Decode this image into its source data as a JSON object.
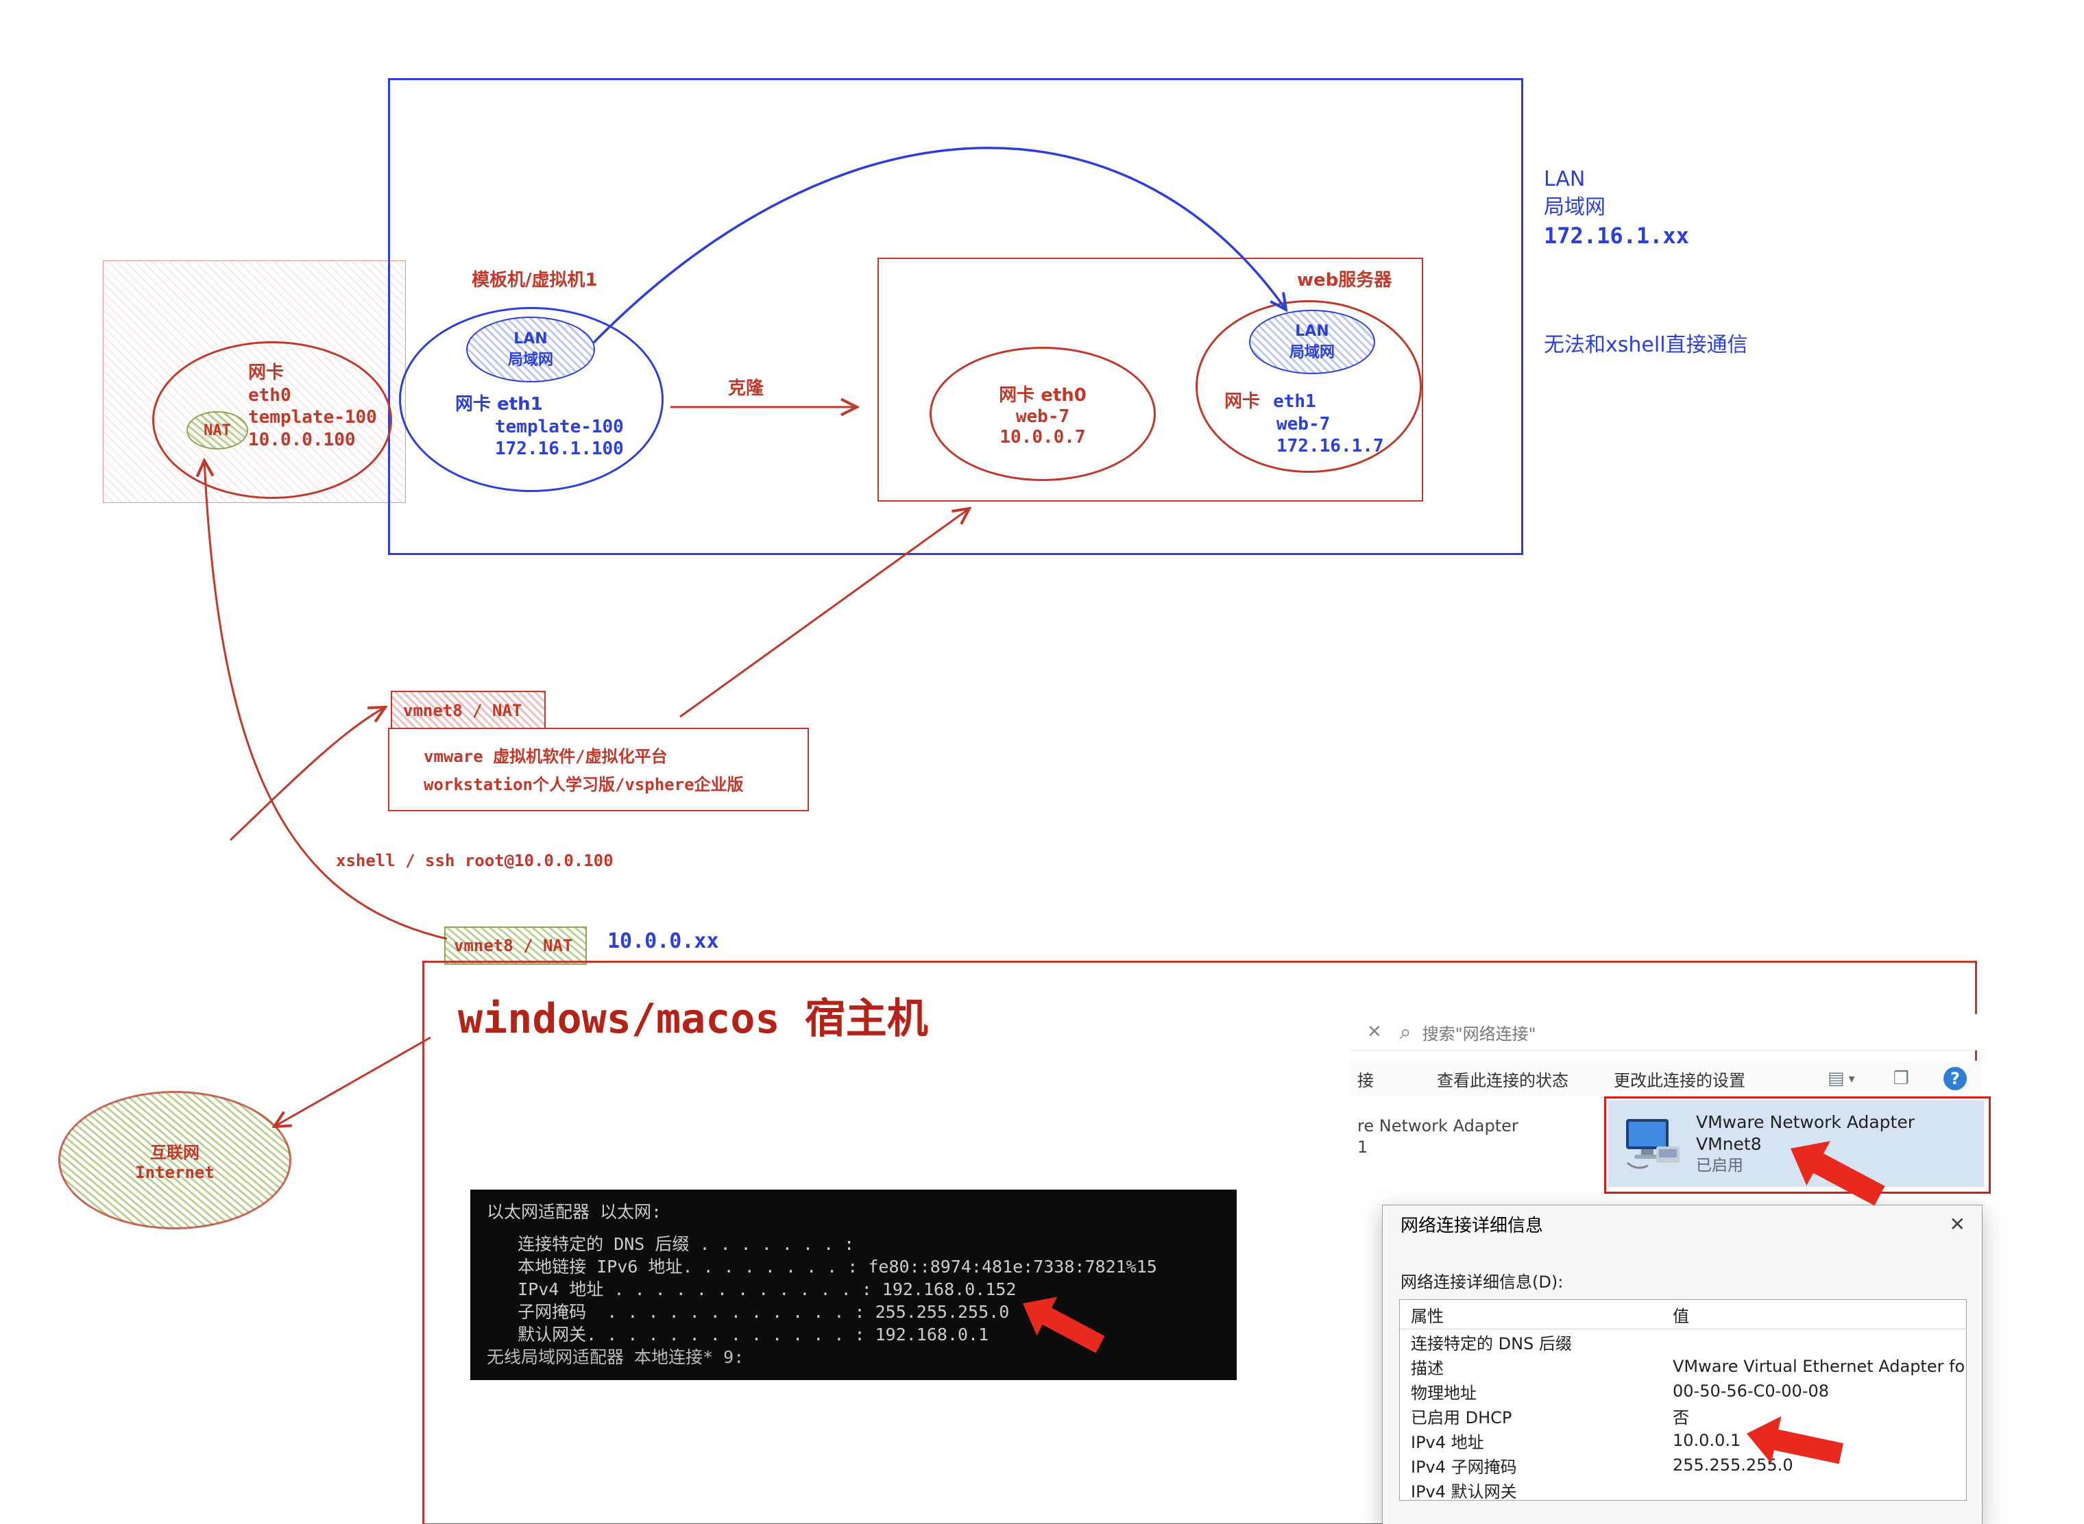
{
  "colors": {
    "hand_red": "#c0392b",
    "hand_blue": "#2c3fd6",
    "bright_red": "#e8291d",
    "green": "#8aa84f"
  },
  "icons": {
    "close": "✕",
    "search": "⌕",
    "list": "▤",
    "dropdown": "▾",
    "window": "❐",
    "help": "?"
  },
  "diagram": {
    "lan_note": {
      "line1": "LAN",
      "line2": "局域网",
      "line3": "172.16.1.xx"
    },
    "no_direct": "无法和xshell直接通信",
    "template_group": {
      "title": "模板机/虚拟机1",
      "lan": {
        "line1": "LAN",
        "line2": "局域网"
      },
      "nic_label": "网卡 eth1",
      "hostname": "template-100",
      "ip": "172.16.1.100"
    },
    "nat_nic": {
      "nat": "NAT",
      "line1": "网卡",
      "line2": "eth0",
      "line3": "template-100",
      "line4": "10.0.0.100"
    },
    "clone_label": "克隆",
    "web_group": {
      "title": "web服务器",
      "eth0": {
        "line1": "网卡 eth0",
        "line2": "web-7",
        "line3": "10.0.0.7"
      },
      "eth1": {
        "lan": {
          "line1": "LAN",
          "line2": "局域网"
        },
        "nic_prefix": "网卡",
        "line1": "eth1",
        "line2": "web-7",
        "line3": "172.16.1.7"
      }
    },
    "vmnet8_red": "vmnet8 / NAT",
    "vmware_box": {
      "line1": "vmware 虚拟机软件/虚拟化平台",
      "line2": "workstation个人学习版/vsphere企业版"
    },
    "xshell_label": "xshell / ssh root@10.0.0.100",
    "vmnet8_green": "vmnet8 / NAT",
    "host_net": "10.0.0.xx",
    "host_title": "windows/macos 宿主机",
    "internet": {
      "line1": "互联网",
      "line2": "Internet"
    }
  },
  "terminal": {
    "header": "以太网适配器 以太网:",
    "lines": [
      "   连接特定的 DNS 后缀 . . . . . . . :",
      "   本地链接 IPv6 地址. . . . . . . . : fe80::8974:481e:7338:7821%15",
      "   IPv4 地址 . . . . . . . . . . . . : 192.168.0.152",
      "   子网掩码  . . . . . . . . . . . . : 255.255.255.0",
      "   默认网关. . . . . . . . . . . . . : 192.168.0.1"
    ],
    "footer": "无线局域网适配器 本地连接* 9:"
  },
  "netconn": {
    "search": "搜索\"网络连接\"",
    "toolbar": {
      "partial": "接",
      "item1": "查看此连接的状态",
      "item2": "更改此连接的设置"
    },
    "left_adapter": {
      "line1": "re Network Adapter",
      "line2": "1"
    },
    "vmnet8_tile": {
      "line1": "VMware Network Adapter",
      "line2": "VMnet8",
      "status": "已启用"
    },
    "dialog": {
      "title": "网络连接详细信息",
      "field_label": "网络连接详细信息(D):",
      "col_attr": "属性",
      "col_val": "值",
      "rows": [
        {
          "attr": "连接特定的 DNS 后缀",
          "val": ""
        },
        {
          "attr": "描述",
          "val": "VMware Virtual Ethernet Adapter for VMn"
        },
        {
          "attr": "物理地址",
          "val": "00-50-56-C0-00-08"
        },
        {
          "attr": "已启用 DHCP",
          "val": "否"
        },
        {
          "attr": "IPv4 地址",
          "val": "10.0.0.1"
        },
        {
          "attr": "IPv4 子网掩码",
          "val": "255.255.255.0"
        },
        {
          "attr": "IPv4 默认网关",
          "val": ""
        }
      ]
    }
  }
}
